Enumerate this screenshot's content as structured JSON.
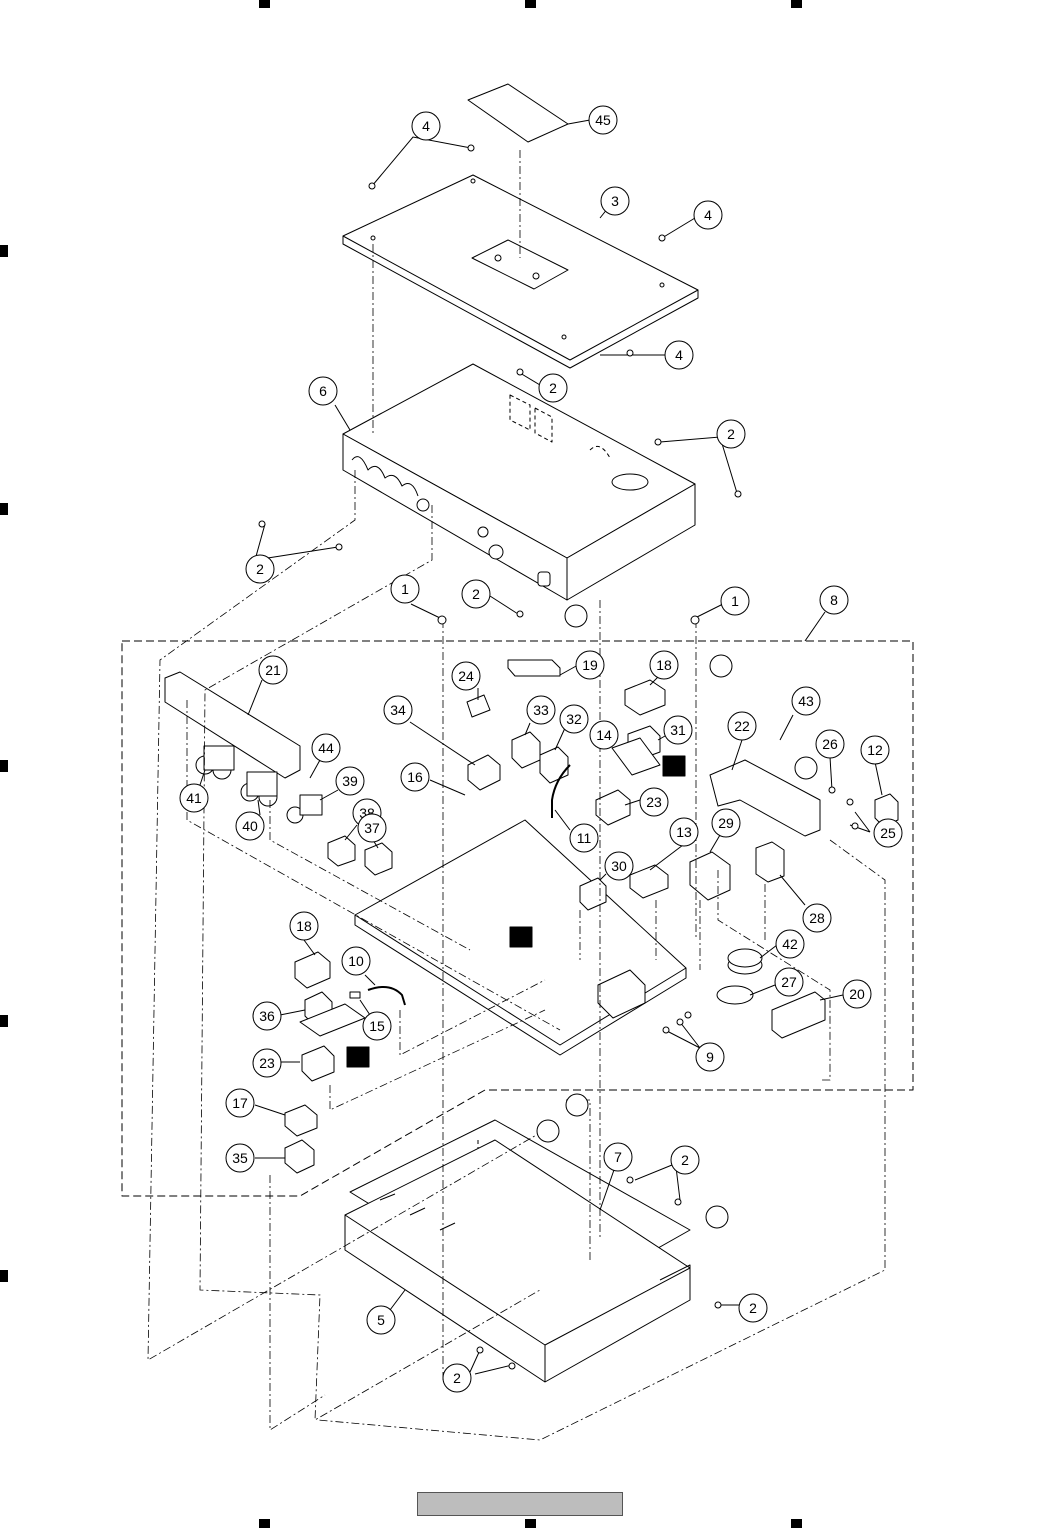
{
  "title": "",
  "callouts": [
    {
      "label": "45"
    },
    {
      "label": "4"
    },
    {
      "label": "3"
    },
    {
      "label": "4"
    },
    {
      "label": "4"
    },
    {
      "label": "2"
    },
    {
      "label": "6"
    },
    {
      "label": "2"
    },
    {
      "label": "2"
    },
    {
      "label": "2"
    },
    {
      "label": "1"
    },
    {
      "label": "1"
    },
    {
      "label": "8"
    },
    {
      "label": "21"
    },
    {
      "label": "24"
    },
    {
      "label": "19"
    },
    {
      "label": "18"
    },
    {
      "label": "34"
    },
    {
      "label": "33"
    },
    {
      "label": "32"
    },
    {
      "label": "14"
    },
    {
      "label": "31"
    },
    {
      "label": "43"
    },
    {
      "label": "22"
    },
    {
      "label": "26"
    },
    {
      "label": "12"
    },
    {
      "label": "44"
    },
    {
      "label": "16"
    },
    {
      "label": "39"
    },
    {
      "label": "41"
    },
    {
      "label": "40"
    },
    {
      "label": "38"
    },
    {
      "label": "37"
    },
    {
      "label": "23"
    },
    {
      "label": "11"
    },
    {
      "label": "13"
    },
    {
      "label": "29"
    },
    {
      "label": "25"
    },
    {
      "label": "30"
    },
    {
      "label": "28"
    },
    {
      "label": "18"
    },
    {
      "label": "10"
    },
    {
      "label": "42"
    },
    {
      "label": "36"
    },
    {
      "label": "15"
    },
    {
      "label": "27"
    },
    {
      "label": "20"
    },
    {
      "label": "23"
    },
    {
      "label": "9"
    },
    {
      "label": "17"
    },
    {
      "label": "35"
    },
    {
      "label": "7"
    },
    {
      "label": "2"
    },
    {
      "label": "2"
    },
    {
      "label": "5"
    },
    {
      "label": "2"
    }
  ],
  "colors": {
    "line": "#000000",
    "fill": "#ffffff",
    "footer": "#bdbdbd"
  }
}
